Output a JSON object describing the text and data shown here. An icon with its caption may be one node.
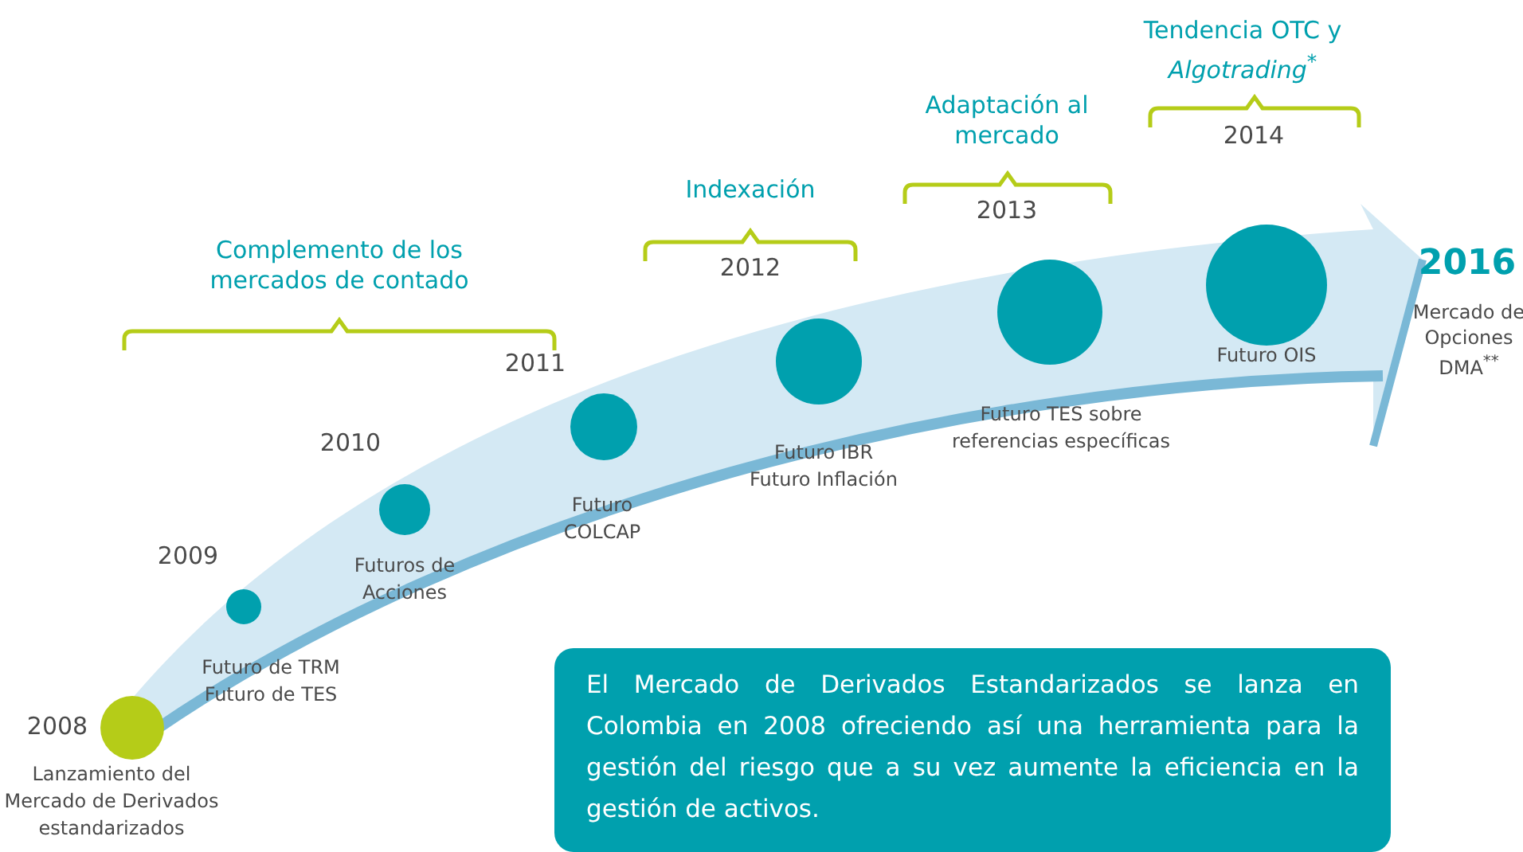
{
  "diagram": {
    "nodes": [
      {
        "text": [],
        "shape": "circle",
        "beside": [
          "Lanzamiento del Mercado de Derivados estandarizados"
        ]
      },
      {
        "text": [],
        "shape": "circle",
        "beside": [
          "Futuro de TRM",
          "Futuro de TES"
        ]
      },
      {
        "text": [],
        "shape": "circle",
        "beside": [
          "Futuros de Acciones"
        ]
      },
      {
        "text": [],
        "shape": "circle",
        "beside": [
          "Futuro COLCAP"
        ]
      },
      {
        "text": [],
        "shape": "circle",
        "beside": [
          "Futuro IBR",
          "Futuro Inflación"
        ]
      },
      {
        "text": [],
        "shape": "circle",
        "beside": [
          "Futuro TES sobre referencias específicas"
        ]
      },
      {
        "text": [],
        "shape": "circle",
        "beside": [
          "Futuro OIS"
        ]
      },
      {
        "text": [
          "El Mercado de Derivados Estandarizados se lanza en Colombia en 2008 ofreciendo así una herramienta para la gestión del riesgo que a su vez aumente la eficiencia en la gestión de activos."
        ]
      }
    ],
    "labels": [
      "Tendencia OTC y *Algotrading*$^{*}$",
      "Adaptación al mercado",
      "2014",
      "Indexación",
      "2013",
      "Complemento de los mercados de contado",
      "2012",
      "2016",
      "Mercado de Opciones DMA$^{**}$",
      "2011",
      "2010",
      "2009",
      "2008"
    ]
  }
}
